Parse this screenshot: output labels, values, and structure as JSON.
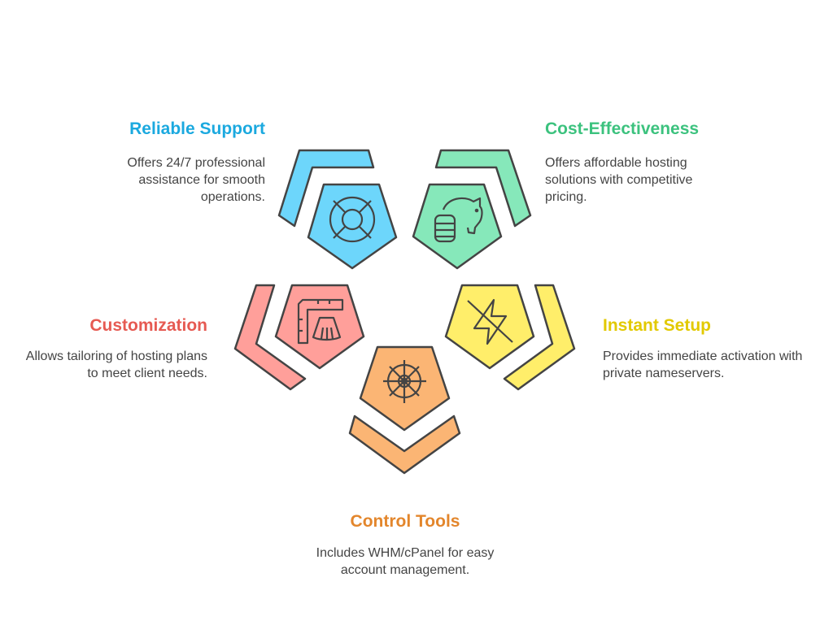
{
  "items": [
    {
      "title": "Reliable Support",
      "description": "Offers 24/7 professional assistance for smooth operations.",
      "icon": "lifebuoy-icon",
      "color": "#6DD6FB",
      "title_color": "#1BA9DF"
    },
    {
      "title": "Cost-Effectiveness",
      "description": "Offers affordable hosting solutions with competitive pricing.",
      "icon": "piggy-bank-icon",
      "color": "#86E8BA",
      "title_color": "#3CC27E"
    },
    {
      "title": "Customization",
      "description": "Allows tailoring of hosting plans to meet client needs.",
      "icon": "tailoring-icon",
      "color": "#FF9F9A",
      "title_color": "#E65A52"
    },
    {
      "title": "Instant Setup",
      "description": "Provides immediate activation with private nameservers.",
      "icon": "lightning-off-icon",
      "color": "#FFEE6A",
      "title_color": "#E2C900"
    },
    {
      "title": "Control Tools",
      "description": "Includes WHM/cPanel for easy account management.",
      "icon": "ship-wheel-icon",
      "color": "#FBB574",
      "title_color": "#E3862C"
    }
  ]
}
